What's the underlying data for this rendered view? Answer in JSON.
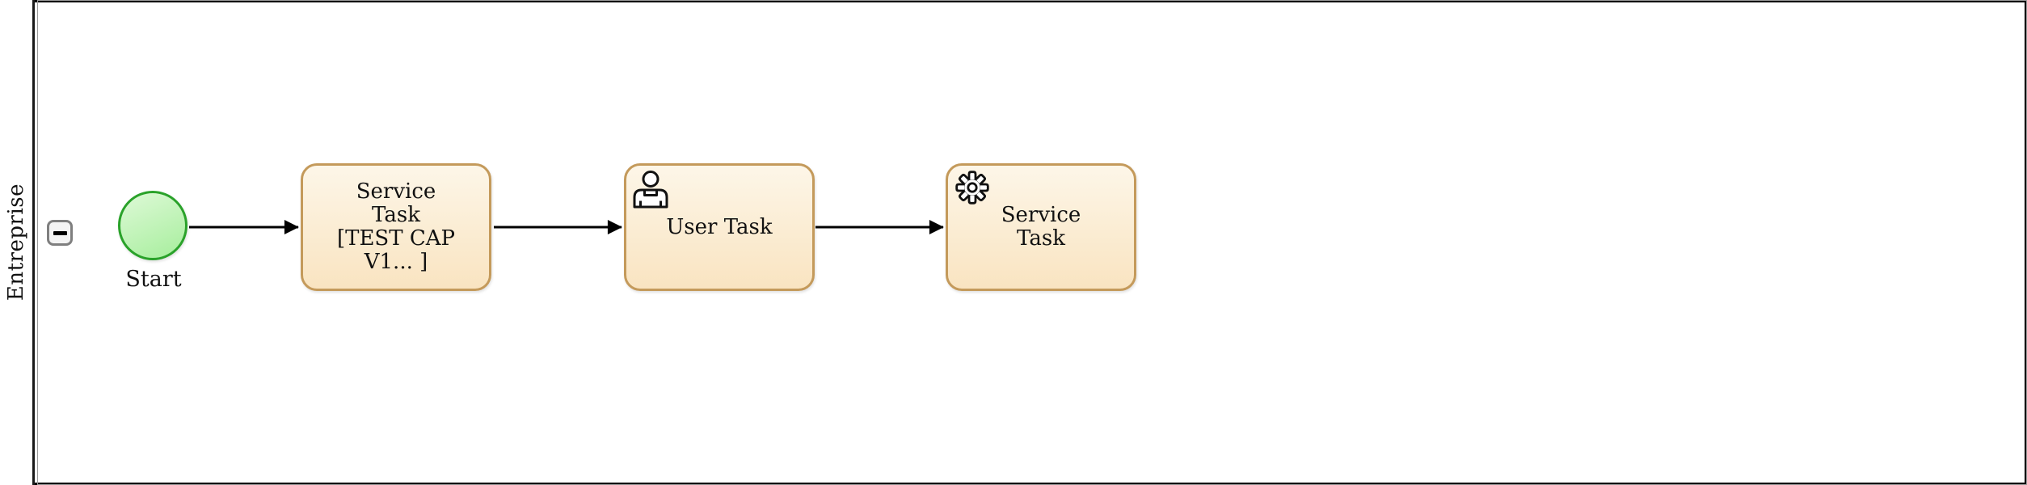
{
  "pool": {
    "lane_label": "Entreprise"
  },
  "collapse_button": {
    "icon": "minus-icon"
  },
  "start_event": {
    "label": "Start"
  },
  "tasks": [
    {
      "id": "service-task-1",
      "icon": "none",
      "lines": [
        "Service",
        "Task",
        "[TEST CAP",
        "V1... ]"
      ]
    },
    {
      "id": "user-task",
      "icon": "user-icon",
      "lines": [
        "User Task"
      ]
    },
    {
      "id": "service-task-2",
      "icon": "gear-icon",
      "lines": [
        "Service",
        "Task"
      ]
    }
  ],
  "flows": [
    {
      "from": "Start",
      "to": "Service Task [TEST CAP V1... ]"
    },
    {
      "from": "Service Task [TEST CAP V1... ]",
      "to": "User Task"
    },
    {
      "from": "User Task",
      "to": "Service Task"
    }
  ],
  "colors": {
    "task_border": "#c49a5b",
    "task_fill_top": "#fdf6e8",
    "task_fill_bottom": "#f9e4c1",
    "event_border": "#2aa22a",
    "event_fill_top": "#def9d7",
    "event_fill_bottom": "#a6ee9c",
    "flow_line": "#000000",
    "lane_border": "#1a1a1a",
    "inner_border": "#9b9b9b"
  }
}
